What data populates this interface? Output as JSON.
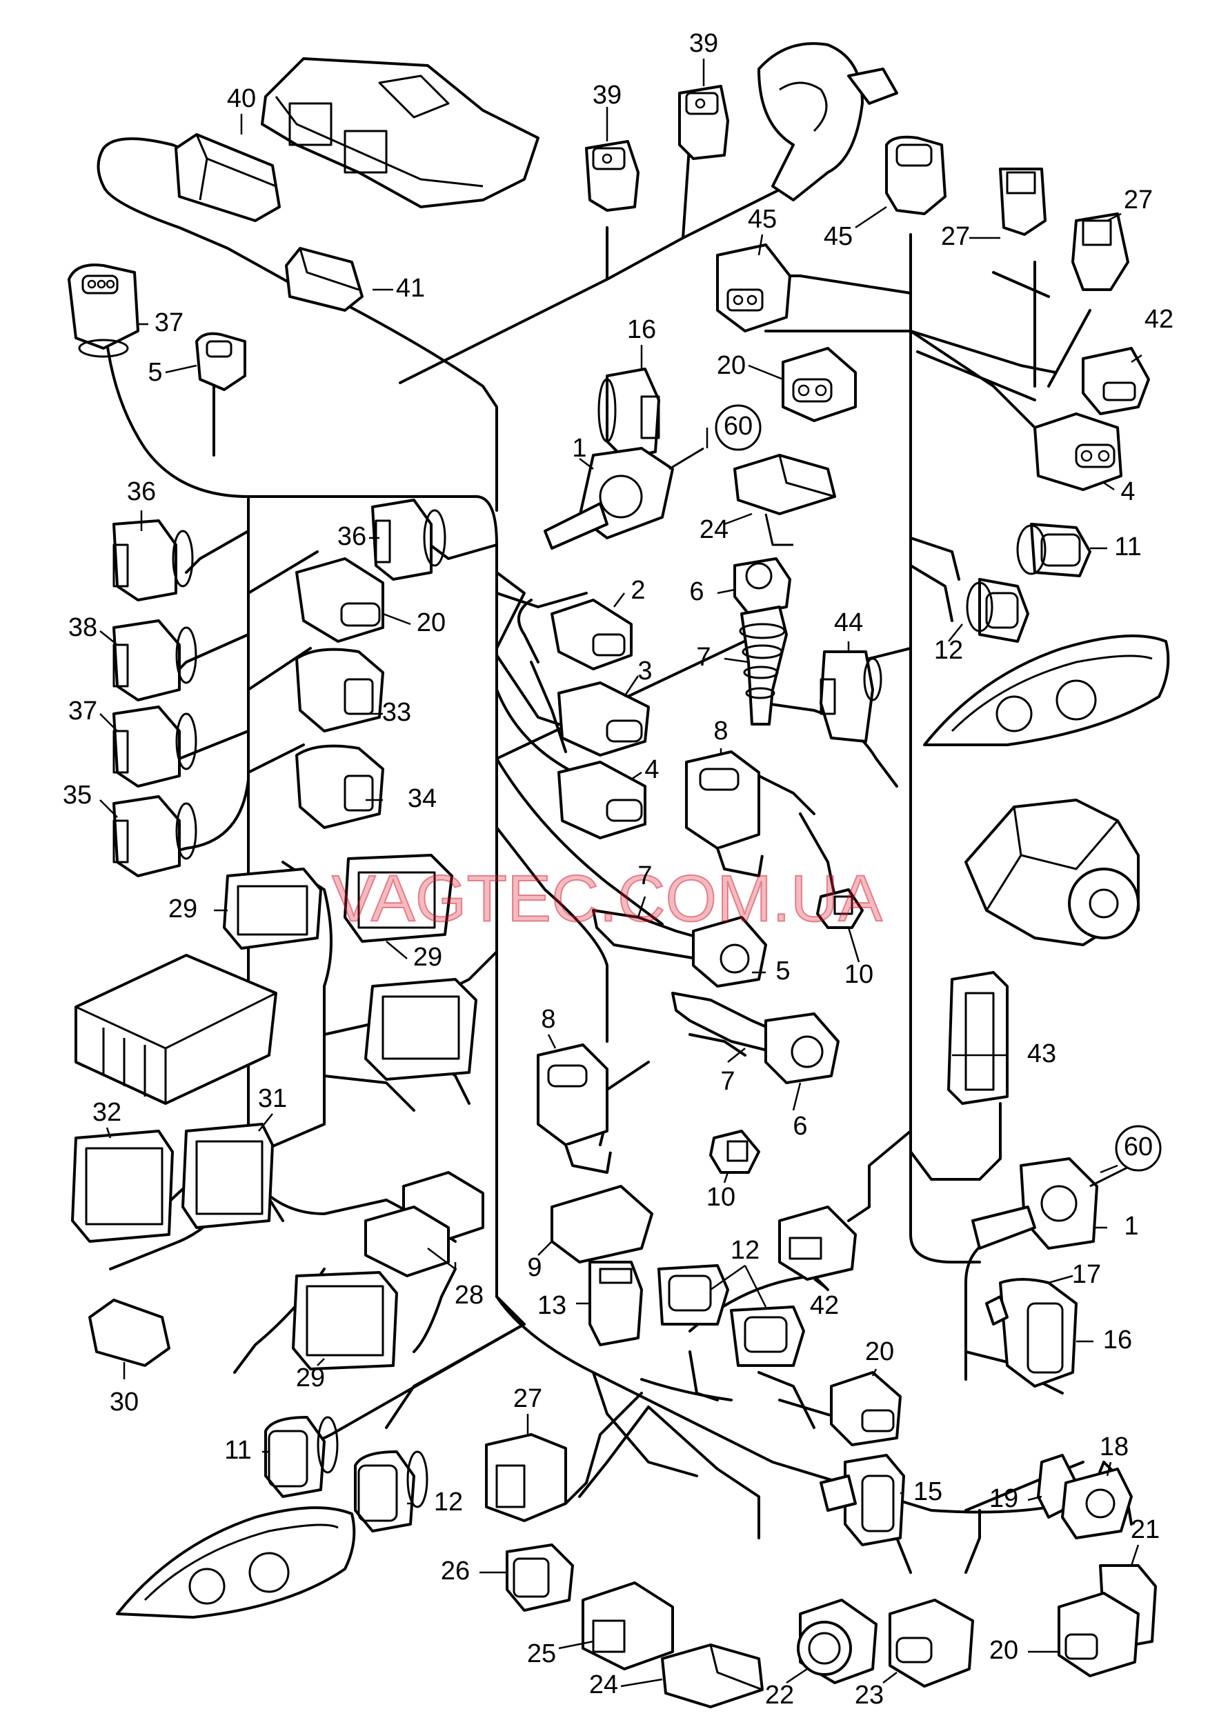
{
  "diagram": {
    "watermark": "VAGTEC.COM.UA",
    "callouts": [
      {
        "id": "c40",
        "text": "40"
      },
      {
        "id": "c41",
        "text": "41"
      },
      {
        "id": "c39a",
        "text": "39"
      },
      {
        "id": "c39b",
        "text": "39"
      },
      {
        "id": "c45a",
        "text": "45"
      },
      {
        "id": "c45b",
        "text": "45"
      },
      {
        "id": "c27a",
        "text": "27"
      },
      {
        "id": "c27b",
        "text": "27"
      },
      {
        "id": "c37a",
        "text": "37"
      },
      {
        "id": "c5a",
        "text": "5"
      },
      {
        "id": "c16a",
        "text": "16"
      },
      {
        "id": "c20a",
        "text": "20"
      },
      {
        "id": "c42a",
        "text": "42"
      },
      {
        "id": "c4a",
        "text": "4"
      },
      {
        "id": "c60a",
        "text": "60"
      },
      {
        "id": "c1a",
        "text": "1"
      },
      {
        "id": "c24a",
        "text": "24"
      },
      {
        "id": "c36a",
        "text": "36"
      },
      {
        "id": "c36b",
        "text": "36"
      },
      {
        "id": "c20b",
        "text": "20"
      },
      {
        "id": "c11a",
        "text": "11"
      },
      {
        "id": "c12a",
        "text": "12"
      },
      {
        "id": "c2a",
        "text": "2"
      },
      {
        "id": "c3a",
        "text": "3"
      },
      {
        "id": "c6a",
        "text": "6"
      },
      {
        "id": "c7a",
        "text": "7"
      },
      {
        "id": "c44a",
        "text": "44"
      },
      {
        "id": "c38a",
        "text": "38"
      },
      {
        "id": "c33a",
        "text": "33"
      },
      {
        "id": "c37b",
        "text": "37"
      },
      {
        "id": "c4b",
        "text": "4"
      },
      {
        "id": "c8a",
        "text": "8"
      },
      {
        "id": "c34a",
        "text": "34"
      },
      {
        "id": "c35a",
        "text": "35"
      },
      {
        "id": "c29a",
        "text": "29"
      },
      {
        "id": "c29b",
        "text": "29"
      },
      {
        "id": "c7b",
        "text": "7"
      },
      {
        "id": "c5b",
        "text": "5"
      },
      {
        "id": "c10a",
        "text": "10"
      },
      {
        "id": "c43a",
        "text": "43"
      },
      {
        "id": "c8b",
        "text": "8"
      },
      {
        "id": "c7c",
        "text": "7"
      },
      {
        "id": "c6b",
        "text": "6"
      },
      {
        "id": "c32a",
        "text": "32"
      },
      {
        "id": "c31a",
        "text": "31"
      },
      {
        "id": "c60b",
        "text": "60"
      },
      {
        "id": "c10b",
        "text": "10"
      },
      {
        "id": "c1b",
        "text": "1"
      },
      {
        "id": "c9a",
        "text": "9"
      },
      {
        "id": "c28a",
        "text": "28"
      },
      {
        "id": "c12b",
        "text": "12"
      },
      {
        "id": "c42b",
        "text": "42"
      },
      {
        "id": "c13a",
        "text": "13"
      },
      {
        "id": "c17a",
        "text": "17"
      },
      {
        "id": "c16b",
        "text": "16"
      },
      {
        "id": "c29c",
        "text": "29"
      },
      {
        "id": "c30a",
        "text": "30"
      },
      {
        "id": "c20c",
        "text": "20"
      },
      {
        "id": "c11b",
        "text": "11"
      },
      {
        "id": "c12c",
        "text": "12"
      },
      {
        "id": "c27c",
        "text": "27"
      },
      {
        "id": "c15a",
        "text": "15"
      },
      {
        "id": "c18a",
        "text": "18"
      },
      {
        "id": "c19a",
        "text": "19"
      },
      {
        "id": "c21a",
        "text": "21"
      },
      {
        "id": "c26a",
        "text": "26"
      },
      {
        "id": "c25a",
        "text": "25"
      },
      {
        "id": "c24b",
        "text": "24"
      },
      {
        "id": "c22a",
        "text": "22"
      },
      {
        "id": "c23a",
        "text": "23"
      },
      {
        "id": "c20d",
        "text": "20"
      }
    ]
  }
}
